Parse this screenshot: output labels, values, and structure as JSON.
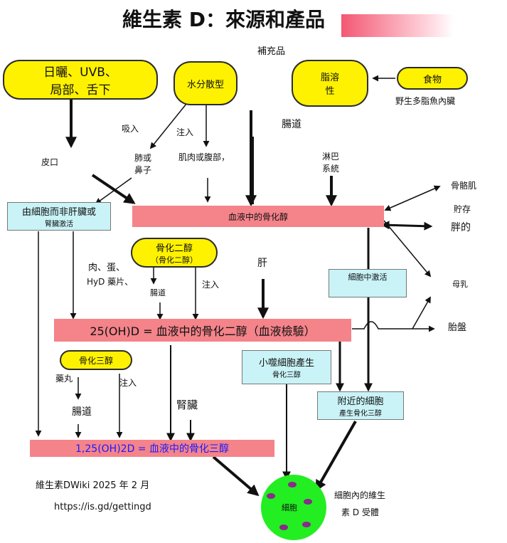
{
  "title": "維生素 D：來源和產品",
  "sources": {
    "sun": {
      "line1": "日曬、UVB、",
      "line2": "局部、舌下"
    },
    "water": "水分散型",
    "fat": {
      "line1": "脂溶",
      "line2": "性"
    },
    "food": "食物",
    "supplements": "補充品",
    "fatty_fish": "野生多脂魚內臟"
  },
  "routes": {
    "inhale": "吸入",
    "inject": "注入",
    "skin": "皮口",
    "lung": {
      "line1": "肺或",
      "line2": "鼻子"
    },
    "muscle": "肌肉或腹部，",
    "gut": "腸道",
    "lymph": {
      "line1": "淋巴",
      "line2": "系統"
    }
  },
  "non_liver": {
    "line1": "由細胞而非肝臟或",
    "line2": "腎臟激活"
  },
  "blood_d3": "血液中的骨化醇",
  "storage": {
    "muscle": "骨骼肌",
    "store": "貯存",
    "fat": "胖的",
    "milk": "母乳",
    "placenta": "胎盤"
  },
  "liver": "肝",
  "cell_activation": "細胞中激活",
  "calcifediol": {
    "line1": "骨化二醇",
    "line2": "（骨化二醇）",
    "foods_line1": "肉、蛋、",
    "foods_line2": "HyD 藥片、",
    "gut": "腸道",
    "inject": "注入"
  },
  "blood_25": "25(OH)D = 血液中的骨化二醇（血液檢驗）",
  "macrophage": {
    "line1": "小噬細胞產生",
    "line2": "骨化三醇"
  },
  "nearby": {
    "line1": "附近的細胞",
    "line2": "產生骨化三醇"
  },
  "calcitriol": {
    "title": "骨化三醇",
    "pill": "藥丸",
    "inject": "注入",
    "gut": "腸道"
  },
  "kidney": "腎臟",
  "blood_125": "1,25(OH)2D = 血液中的骨化三醇",
  "credit": "維生素DWiki 2025 年 2 月",
  "url": "https://is.gd/gettingd",
  "cell": "細胞",
  "receptor": {
    "line1": "細胞內的維生",
    "line2": "素 D 受體"
  },
  "colors": {
    "yellow": "#fff200",
    "orange": "#fbc388",
    "pink": "#f4838a",
    "cyan": "#c9f3f7",
    "cell": "#22ee22",
    "dot": "#8a2a8a",
    "blue_text": "#1a1aff"
  }
}
